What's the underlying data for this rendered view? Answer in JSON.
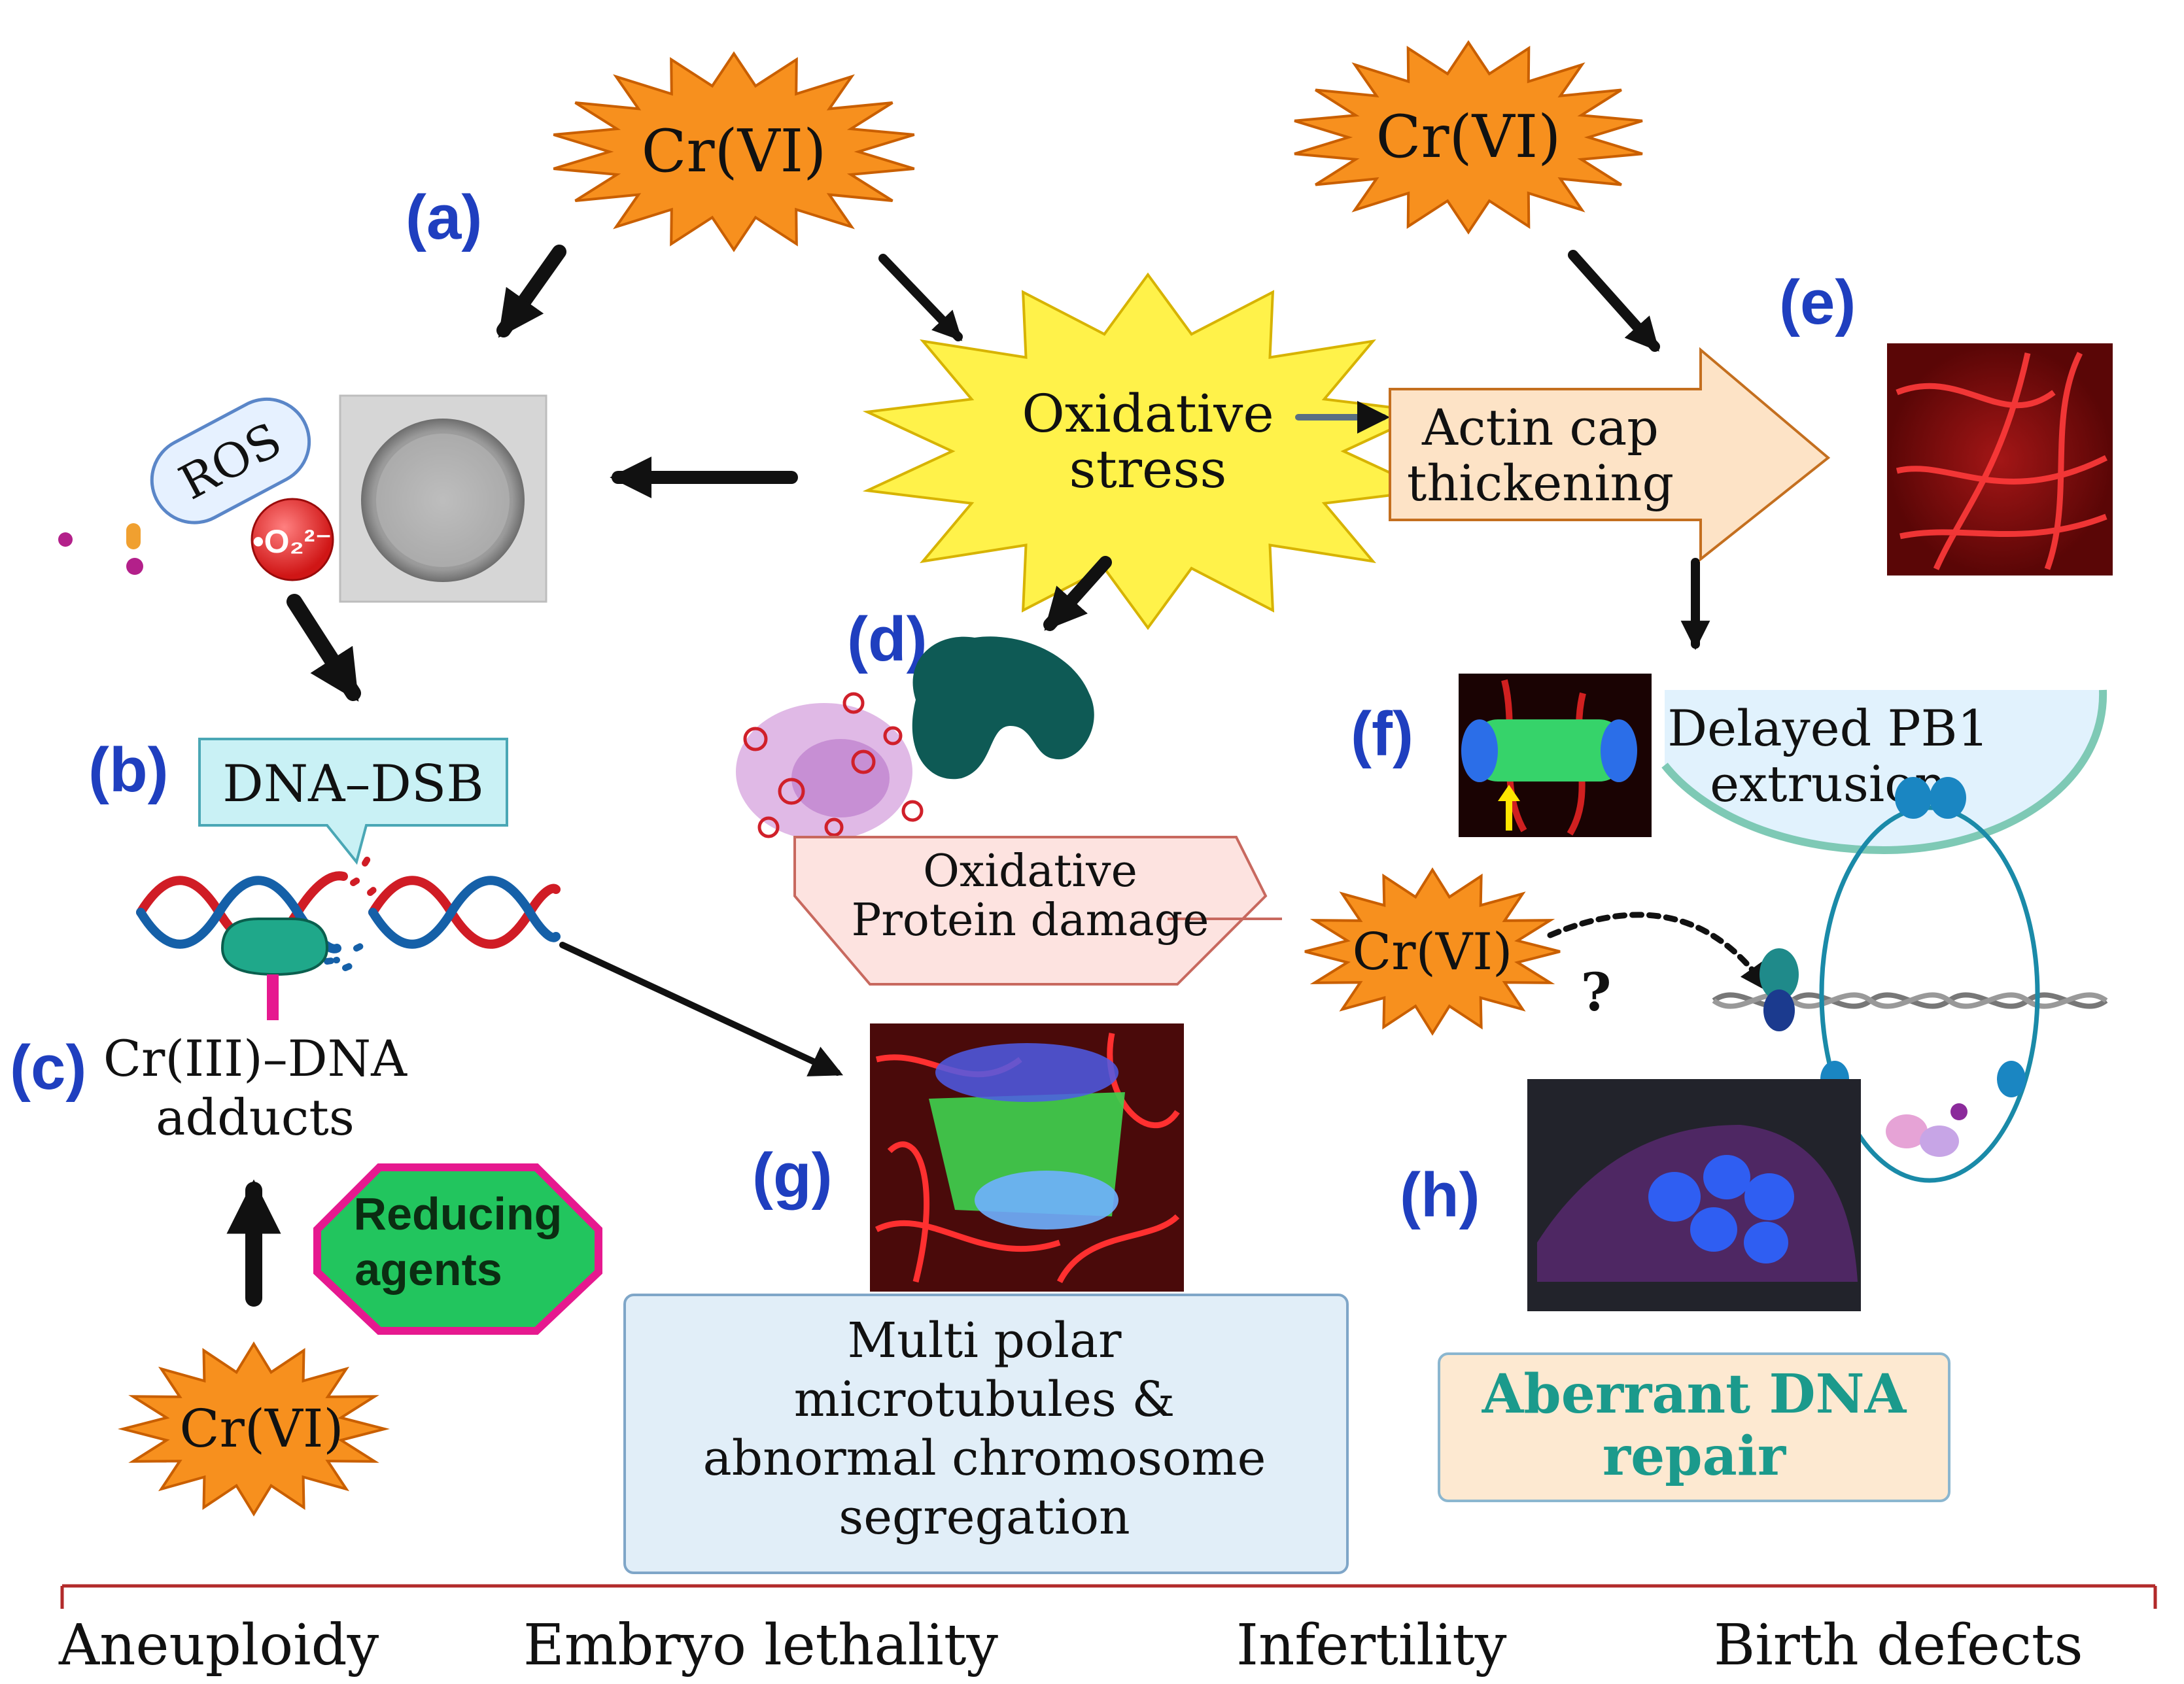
{
  "colors": {
    "burst": "#f7901e",
    "burst_stroke": "#c95f00",
    "stress_burst": "#fff24a",
    "label_blue": "#1f3fbf",
    "arrow": "#111111",
    "aberrant_text": "#1b9a8c",
    "reducing_fill": "#22c55e",
    "reducing_stroke": "#e6198f",
    "baseline": "#b22a2a"
  },
  "labels": {
    "a": "(a)",
    "b": "(b)",
    "c": "(c)",
    "d": "(d)",
    "e": "(e)",
    "f": "(f)",
    "g": "(g)",
    "h": "(h)"
  },
  "bursts": {
    "cr_top_center": "Cr(VI)",
    "cr_top_right": "Cr(VI)",
    "cr_middle": "Cr(VI)",
    "cr_bottom_left": "Cr(VI)"
  },
  "nodes": {
    "oxidative_stress_line1": "Oxidative",
    "oxidative_stress_line2": "stress",
    "ros": "ROS",
    "superoxide": "•O₂²⁻",
    "dna_dsb": "DNA–DSB",
    "cr_dna_line1": "Cr(III)–DNA",
    "cr_dna_line2": "adducts",
    "reducing_line1": "Reducing",
    "reducing_line2": "agents",
    "protein_damage_line1": "Oxidative",
    "protein_damage_line2": "Protein damage",
    "actin_line1": "Actin cap",
    "actin_line2": "thickening",
    "pb1_line1": "Delayed PB1",
    "pb1_line2": "extrusion",
    "question": "?",
    "microtubules_line1": "Multi polar",
    "microtubules_line2": "microtubules &",
    "microtubules_line3": "abnormal chromosome",
    "microtubules_line4": "segregation",
    "aberrant_line1": "Aberrant DNA",
    "aberrant_line2": "repair"
  },
  "outcomes": [
    "Aneuploidy",
    "Embryo lethality",
    "Infertility",
    "Birth defects"
  ]
}
